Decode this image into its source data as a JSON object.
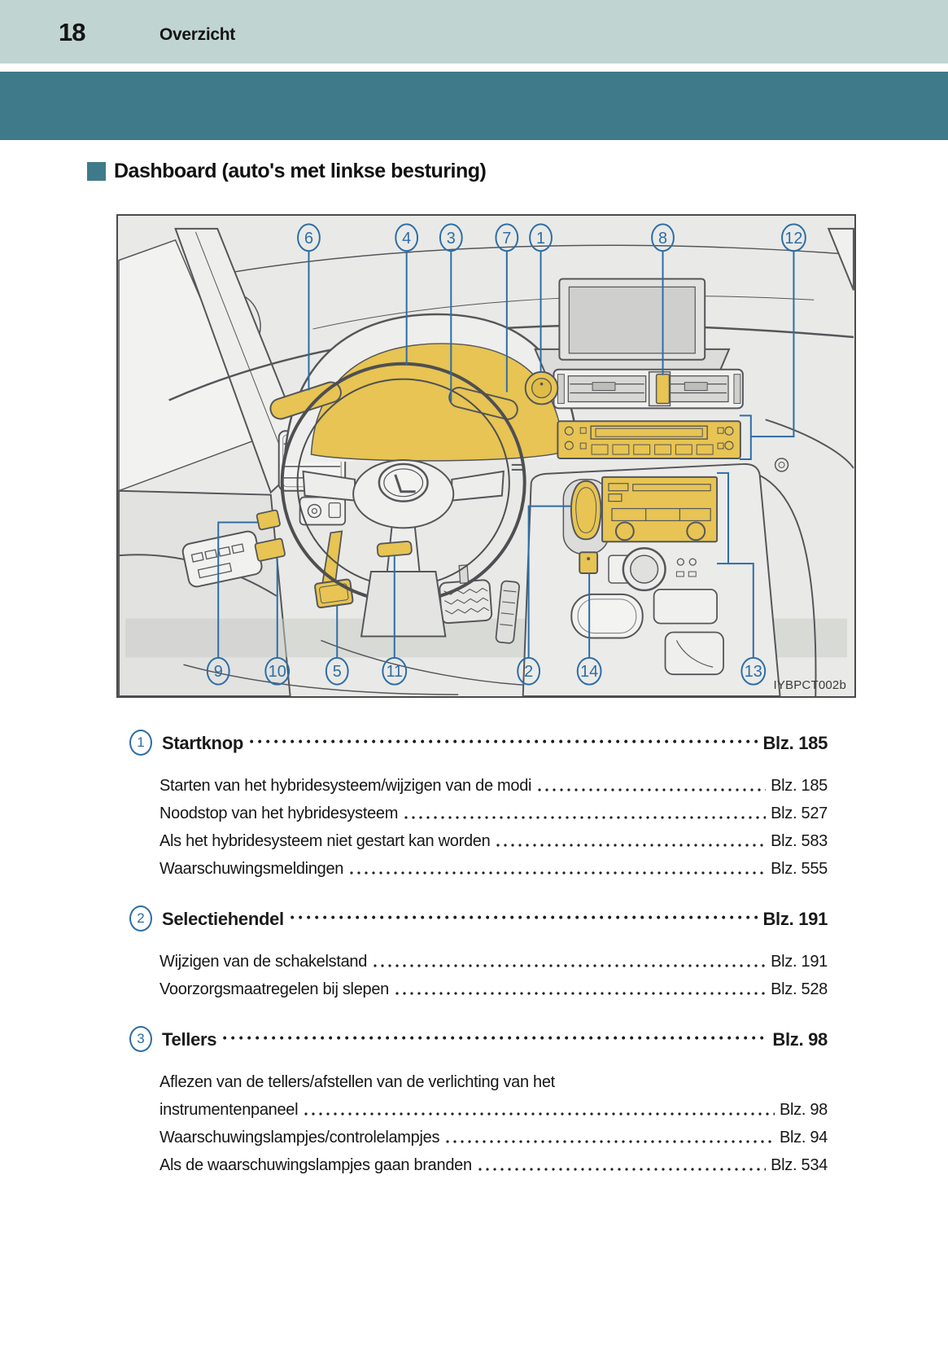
{
  "header": {
    "page_number": "18",
    "section": "Overzicht"
  },
  "heading": {
    "title": "Dashboard (auto's met linkse besturing)"
  },
  "colors": {
    "header_bg": "#c0d5d1",
    "teal_band": "#3f7a8b",
    "callout_blue": "#2d6da6",
    "highlight_yellow": "#e7c453",
    "figure_bg": "#e9eae7"
  },
  "illustration": {
    "watermark": "IYBPCT002b",
    "callouts": [
      "6",
      "4",
      "3",
      "7",
      "1",
      "8",
      "12",
      "9",
      "10",
      "5",
      "11",
      "2",
      "14",
      "13"
    ]
  },
  "toc": {
    "items": [
      {
        "num": "1",
        "label": "Startknop",
        "page": "Blz. 185",
        "subitems": [
          {
            "label": "Starten van het hybridesysteem/wijzigen van de modi",
            "page": "Blz. 185"
          },
          {
            "label": "Noodstop van het hybridesysteem",
            "page": "Blz. 527"
          },
          {
            "label": "Als het hybridesysteem niet gestart kan worden",
            "page": "Blz. 583"
          },
          {
            "label": "Waarschuwingsmeldingen",
            "page": "Blz. 555"
          }
        ]
      },
      {
        "num": "2",
        "label": "Selectiehendel",
        "page": "Blz. 191",
        "subitems": [
          {
            "label": "Wijzigen van de schakelstand",
            "page": "Blz. 191"
          },
          {
            "label": "Voorzorgsmaatregelen bij slepen",
            "page": "Blz. 528"
          }
        ]
      },
      {
        "num": "3",
        "label": "Tellers",
        "page": "Blz. 98",
        "subitems": [
          {
            "pre": "Aflezen van de tellers/afstellen van de verlichting van het",
            "label": "instrumentenpaneel",
            "page": "Blz. 98"
          },
          {
            "label": "Waarschuwingslampjes/controlelampjes",
            "page": "Blz. 94"
          },
          {
            "label": "Als de waarschuwingslampjes gaan branden",
            "page": "Blz. 534"
          }
        ]
      }
    ]
  }
}
